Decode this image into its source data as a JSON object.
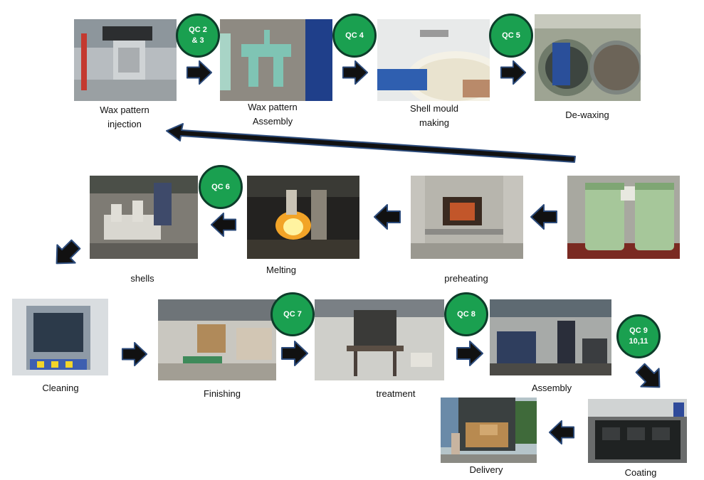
{
  "steps": {
    "wax_injection": "Wax pattern\ninjection",
    "wax_assembly": "Wax pattern\nAssembly",
    "shell_mould": "Shell mould\nmaking",
    "dewaxing": "De-waxing",
    "shells": "shells",
    "melting": "Melting",
    "preheating": "preheating",
    "cleaning": "Cleaning",
    "finishing": "Finishing",
    "treatment": "treatment",
    "assembly": "Assembly",
    "delivery": "Delivery",
    "coating": "Coating"
  },
  "qc": {
    "qc1": "QC 2\n& 3",
    "qc2": "QC 4",
    "qc3": "QC 5",
    "qc4": "QC 6",
    "qc5": "QC 7",
    "qc6": "QC 8",
    "qc7": "QC 9\n10,11"
  },
  "colors": {
    "qc_fill": "#1aa050",
    "arrow_fill": "#111111",
    "arrow_outline": "#2b4a7a"
  }
}
